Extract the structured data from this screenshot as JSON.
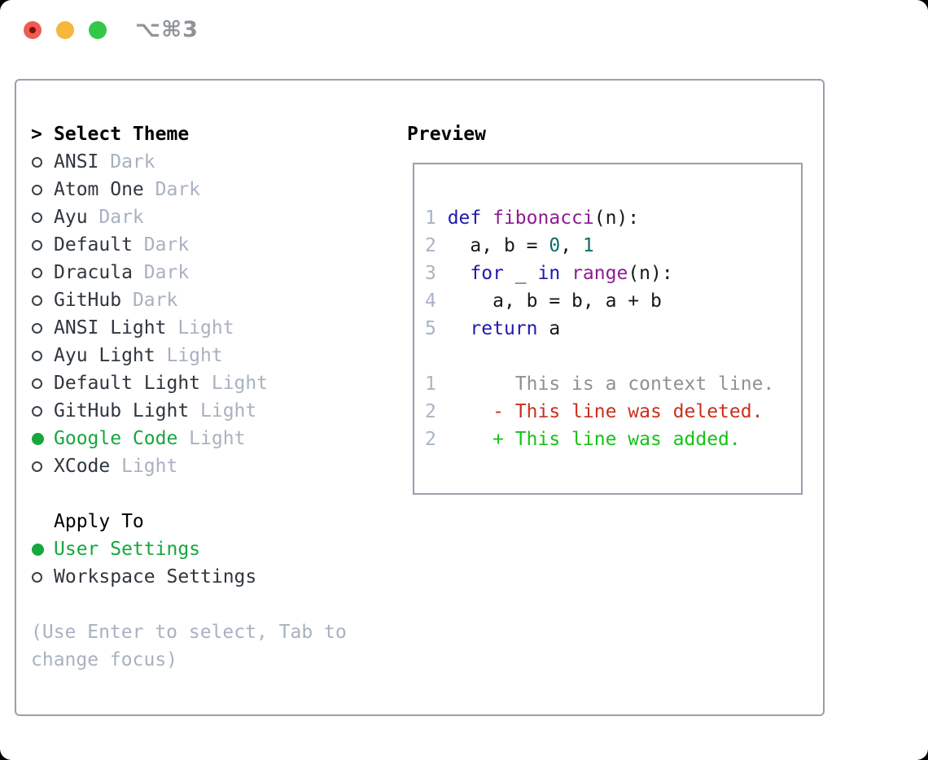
{
  "palette": {
    "border": "#98a1ab",
    "item_text": "#2f363e",
    "dim": "#a9b1c0",
    "green": "#16a73e",
    "line_number": "#a9b4c4",
    "keyword": "#1e1aae",
    "function": "#8c1c90",
    "literal": "#0e6c6d",
    "plain": "#16181b",
    "context": "#8d9196",
    "removed": "#c9301c",
    "added": "#16c216",
    "traffic_red": "#f05c50",
    "traffic_red_dot": "#7d120e",
    "traffic_yellow": "#f6b73c",
    "traffic_green": "#33c748",
    "shortcut": "#8e9399",
    "title": "#000000"
  },
  "titlebar": {
    "shortcut_hint": "⌥⌘3"
  },
  "theme_list": {
    "focus_indicator": ">",
    "header": "Select Theme",
    "items": [
      {
        "name": "ANSI",
        "variant": "Dark",
        "selected": false
      },
      {
        "name": "Atom One",
        "variant": "Dark",
        "selected": false
      },
      {
        "name": "Ayu",
        "variant": "Dark",
        "selected": false
      },
      {
        "name": "Default",
        "variant": "Dark",
        "selected": false
      },
      {
        "name": "Dracula",
        "variant": "Dark",
        "selected": false
      },
      {
        "name": "GitHub",
        "variant": "Dark",
        "selected": false
      },
      {
        "name": "ANSI Light",
        "variant": "Light",
        "selected": false
      },
      {
        "name": "Ayu Light",
        "variant": "Light",
        "selected": false
      },
      {
        "name": "Default Light",
        "variant": "Light",
        "selected": false
      },
      {
        "name": "GitHub Light",
        "variant": "Light",
        "selected": false
      },
      {
        "name": "Google Code",
        "variant": "Light",
        "selected": true
      },
      {
        "name": "XCode",
        "variant": "Light",
        "selected": false
      }
    ]
  },
  "apply_to": {
    "header": "Apply To",
    "options": [
      {
        "name": "User Settings",
        "selected": true
      },
      {
        "name": "Workspace Settings",
        "selected": false
      }
    ]
  },
  "hint": "(Use Enter to select, Tab to change focus)",
  "preview": {
    "title": "Preview",
    "code_lines": [
      {
        "num": "1",
        "segments": [
          {
            "text": "def",
            "color": "keyword"
          },
          {
            "text": " ",
            "color": "plain"
          },
          {
            "text": "fibonacci",
            "color": "function"
          },
          {
            "text": "(n):",
            "color": "plain"
          }
        ]
      },
      {
        "num": "2",
        "segments": [
          {
            "text": "  a, b = ",
            "color": "plain"
          },
          {
            "text": "0",
            "color": "literal"
          },
          {
            "text": ", ",
            "color": "plain"
          },
          {
            "text": "1",
            "color": "literal"
          }
        ]
      },
      {
        "num": "3",
        "segments": [
          {
            "text": "  ",
            "color": "plain"
          },
          {
            "text": "for",
            "color": "keyword"
          },
          {
            "text": " _ ",
            "color": "plain"
          },
          {
            "text": "in",
            "color": "keyword"
          },
          {
            "text": " ",
            "color": "plain"
          },
          {
            "text": "range",
            "color": "function"
          },
          {
            "text": "(n):",
            "color": "plain"
          }
        ]
      },
      {
        "num": "4",
        "segments": [
          {
            "text": "    a, b = b, a + b",
            "color": "plain"
          }
        ]
      },
      {
        "num": "5",
        "segments": [
          {
            "text": "  ",
            "color": "plain"
          },
          {
            "text": "return",
            "color": "keyword"
          },
          {
            "text": " a",
            "color": "plain"
          }
        ]
      },
      {
        "num": " ",
        "segments": []
      },
      {
        "num": "1",
        "segments": [
          {
            "text": "      This is a context line.",
            "color": "context"
          }
        ]
      },
      {
        "num": "2",
        "segments": [
          {
            "text": "    - This line was deleted.",
            "color": "removed"
          }
        ]
      },
      {
        "num": "2",
        "segments": [
          {
            "text": "    + This line was added.",
            "color": "added"
          }
        ]
      }
    ]
  }
}
